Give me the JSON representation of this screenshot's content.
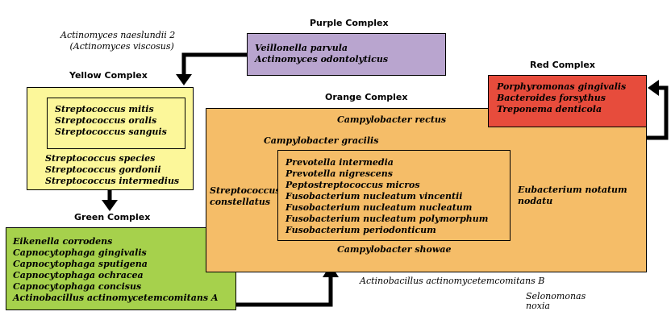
{
  "purple": {
    "title": "Purple Complex",
    "members": [
      "Veillonella parvula",
      "Actinomyces odontolyticus"
    ],
    "color": "#b9a5cf"
  },
  "actinomyces": [
    "Actinomyces naeslundii 2",
    "(Actinomyces viscosus)"
  ],
  "yellow": {
    "title": "Yellow Complex",
    "inner": [
      "Streptococcus mitis",
      "Streptococcus oralis",
      "Streptococcus sanguis"
    ],
    "outer": [
      "Streptococcus species",
      "Streptococcus gordonii",
      "Streptococcus intermedius"
    ],
    "color": "#fcf79a"
  },
  "green": {
    "title": "Green Complex",
    "members": [
      "Eikenella corrodens",
      "Capnocytophaga gingivalis",
      "Capnocytophaga sputigena",
      "Capnocytophaga ochracea",
      "Capnocytophaga concisus",
      "Actinobacillus actinomycetemcomitans A"
    ],
    "color": "#a6d14c"
  },
  "orange": {
    "title": "Orange Complex",
    "rectus": "Campylobacter rectus",
    "gracilis": "Campylobacter gracilis",
    "constellatus": [
      "Streptococcus",
      "constellatus"
    ],
    "inner": [
      "Prevotella intermedia",
      "Prevotella nigrescens",
      "Peptostreptococcus micros",
      "Fusobacterium nucleatum vincentii",
      "Fusobacterium nucleatum nucleatum",
      "Fusobacterium nucleatum polymorphum",
      "Fusobacterium periodonticum"
    ],
    "eubacterium": [
      "Eubacterium notatum",
      "nodatu"
    ],
    "showae": "Campylobacter showae",
    "color": "#f5bd68"
  },
  "red": {
    "title": "Red Complex",
    "members": [
      "Porphyromonas gingivalis",
      "Bacteroides forsythus",
      "Treponema denticola"
    ],
    "color": "#e74c3c"
  },
  "actinobacillus_b": "Actinobacillus actinomycetemcomitans B",
  "selenomonas": [
    "Selonomonas",
    "noxia"
  ]
}
